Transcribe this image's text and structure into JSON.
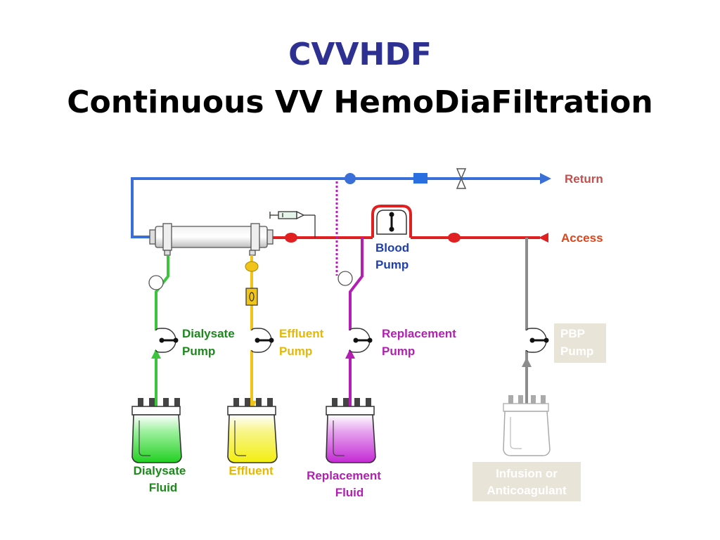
{
  "title": {
    "line1": "CVVHDF",
    "line2": "Continuous VV HemoDiaFiltration"
  },
  "colors": {
    "return_line": "#3a6fd8",
    "access_line": "#e02020",
    "dialysate": "#3cc43c",
    "effluent": "#f0c419",
    "replacement": "#b21fb2",
    "pbp": "#8c8c8c",
    "title_blue": "#2e3192",
    "pump_label_blue": "#1f3fb0",
    "return_label": "#c0504d",
    "access_label": "#e0441a",
    "pbp_box": "#e8e4d8"
  },
  "labels": {
    "return": "Return",
    "access": "Access",
    "blood_pump": [
      "Blood",
      "Pump"
    ],
    "dialysate_pump": [
      "Dialysate",
      "Pump"
    ],
    "effluent_pump": [
      "Effluent",
      "Pump"
    ],
    "replacement_pump": [
      "Replacement",
      "Pump"
    ],
    "pbp_pump": [
      "PBP",
      "Pump"
    ],
    "dialysate_fluid": [
      "Dialysate",
      "Fluid"
    ],
    "effluent_bag": "Effluent",
    "replacement_fluid": [
      "Replacement",
      "Fluid"
    ],
    "infusion": [
      "Infusion or",
      "Anticoagulant"
    ]
  }
}
